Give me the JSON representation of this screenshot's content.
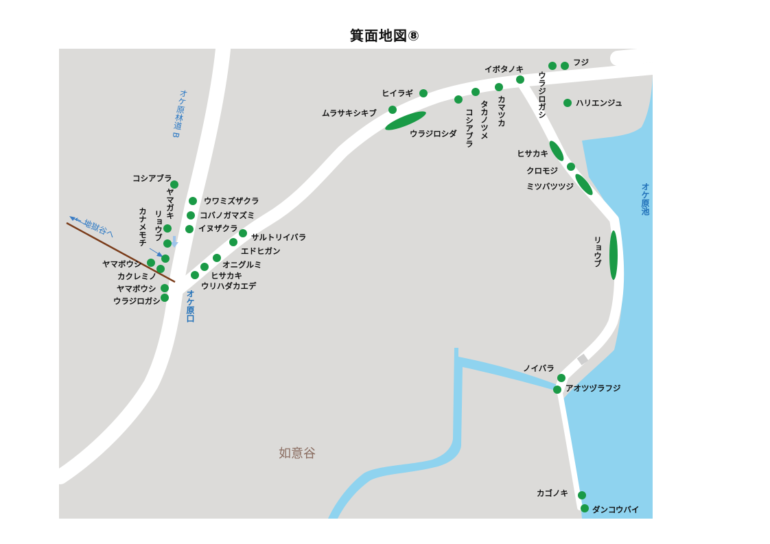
{
  "title": "箕面地図⑧",
  "colors": {
    "land": "#dcdbd9",
    "road": "#ffffff",
    "water": "#8fd3ef",
    "tree": "#1a9a46",
    "label_blue": "#1f6fb8",
    "trail": "#7a3c1a"
  },
  "places": {
    "valley": "如意谷",
    "pond": "オケ原池",
    "trailhead": "オケ原口",
    "forest_road": "オケ原林道 B",
    "to_jigokudani": "← 地獄谷へ"
  },
  "trees": [
    "フジ",
    "イボタノキ",
    "ウラジロガシ",
    "ハリエンジュ",
    "ヒイラギ",
    "ムラサキシキブ",
    "ウラジロシダ",
    "カマツカ",
    "タカノツメ",
    "コシアブラ",
    "ヒサカキ",
    "クロモジ",
    "ミツバツツジ",
    "リョウブ",
    "コシアブラ",
    "ヤマガキ",
    "リョウブ",
    "カナメモチ",
    "ウワミズザクラ",
    "コバノガマズミ",
    "イヌザクラ",
    "サルトリイバラ",
    "エドヒガン",
    "オニグルミ",
    "ヒサカキ",
    "ウリハダカエデ",
    "ヤマボウシ",
    "カクレミノ",
    "ヤマボウシ",
    "ウラジロガシ",
    "ノイバラ",
    "アオツヅラフジ",
    "カゴノキ",
    "ダンコウバイ"
  ]
}
